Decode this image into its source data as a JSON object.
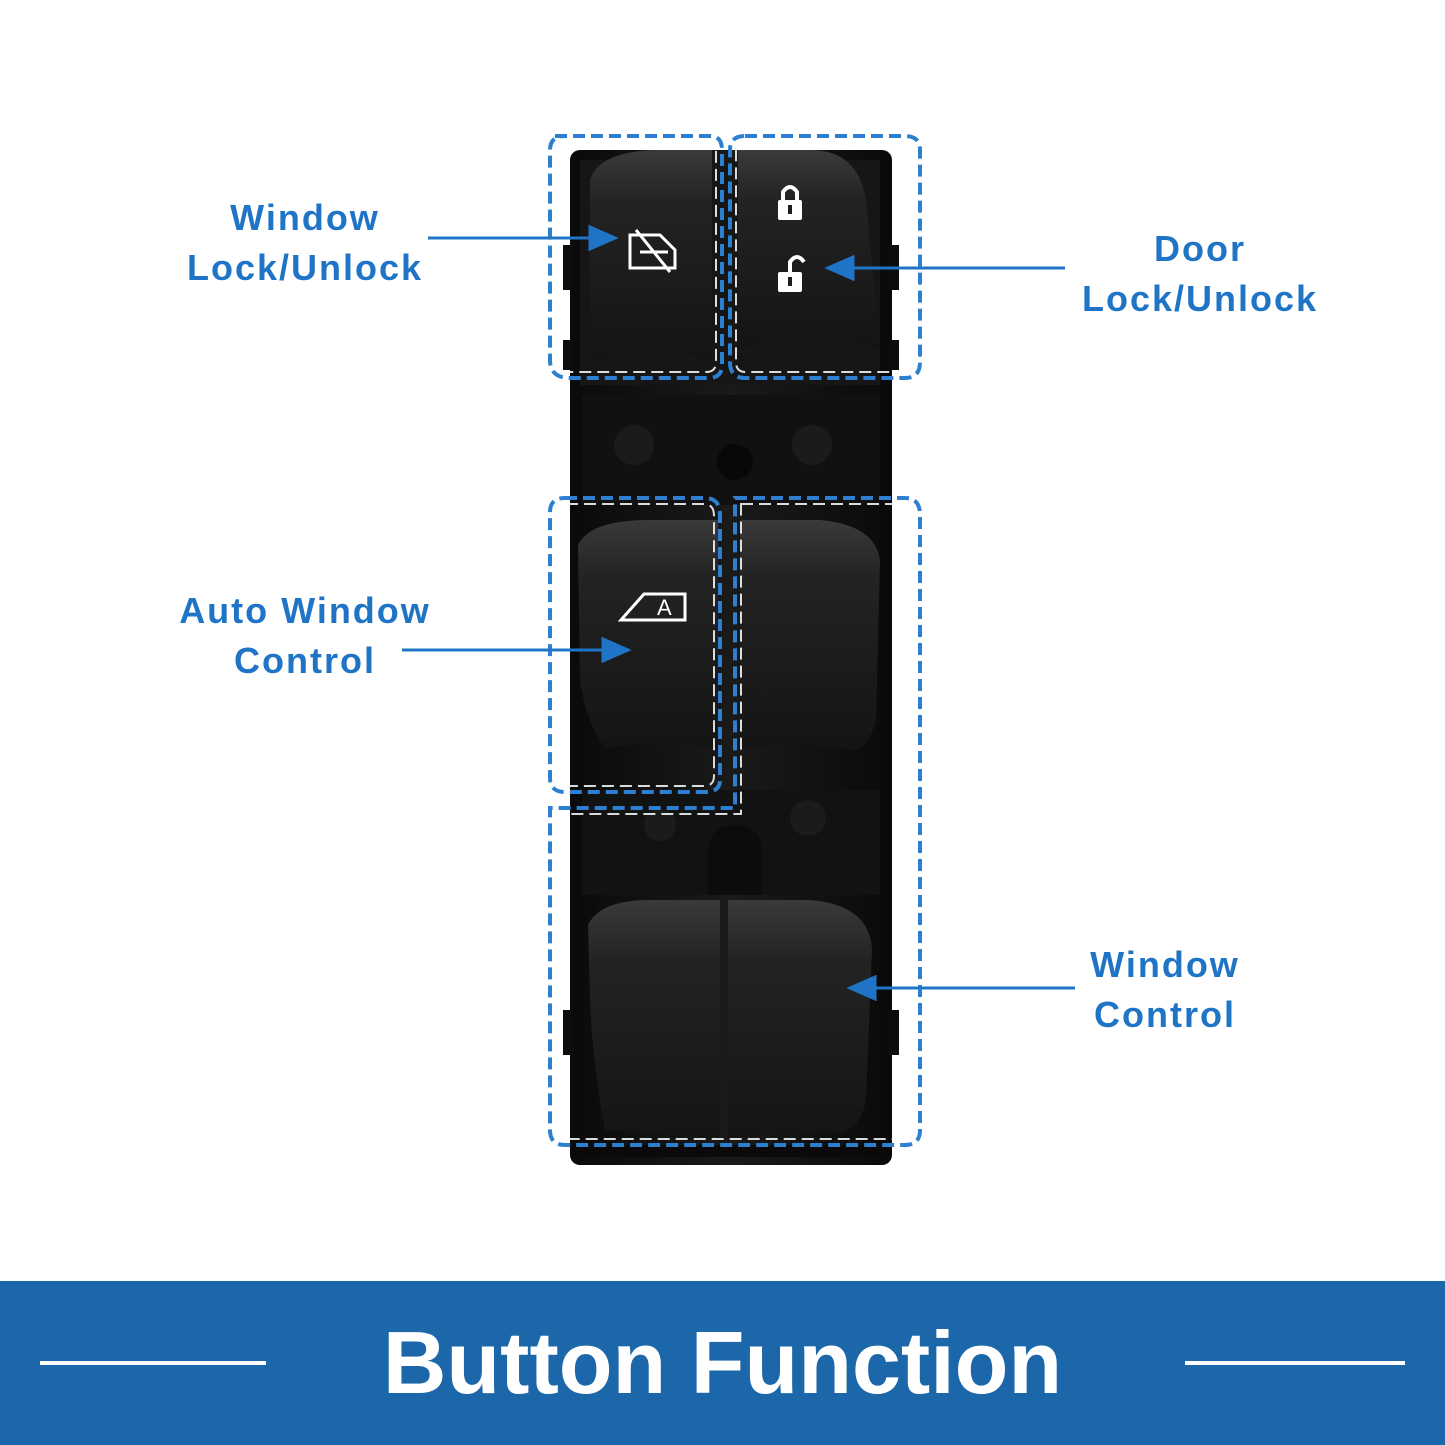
{
  "colors": {
    "accent": "#1f74c6",
    "banner": "#1b67aa",
    "switch_body": "#121212",
    "switch_button": "#1e1e1e",
    "background": "#ffffff"
  },
  "callouts": {
    "window_lock": {
      "line1": "Window",
      "line2": "Lock/Unlock"
    },
    "door_lock": {
      "line1": "Door",
      "line2": "Lock/Unlock"
    },
    "auto_window": {
      "line1": "Auto Window",
      "line2": "Control"
    },
    "window_control": {
      "line1": "Window",
      "line2": "Control"
    }
  },
  "switch_panel": {
    "auto_button_glyph": "A",
    "icons": [
      "window-lock-icon",
      "lock-closed-icon",
      "lock-open-icon",
      "auto-window-icon"
    ]
  },
  "banner": {
    "title": "Button Function"
  }
}
